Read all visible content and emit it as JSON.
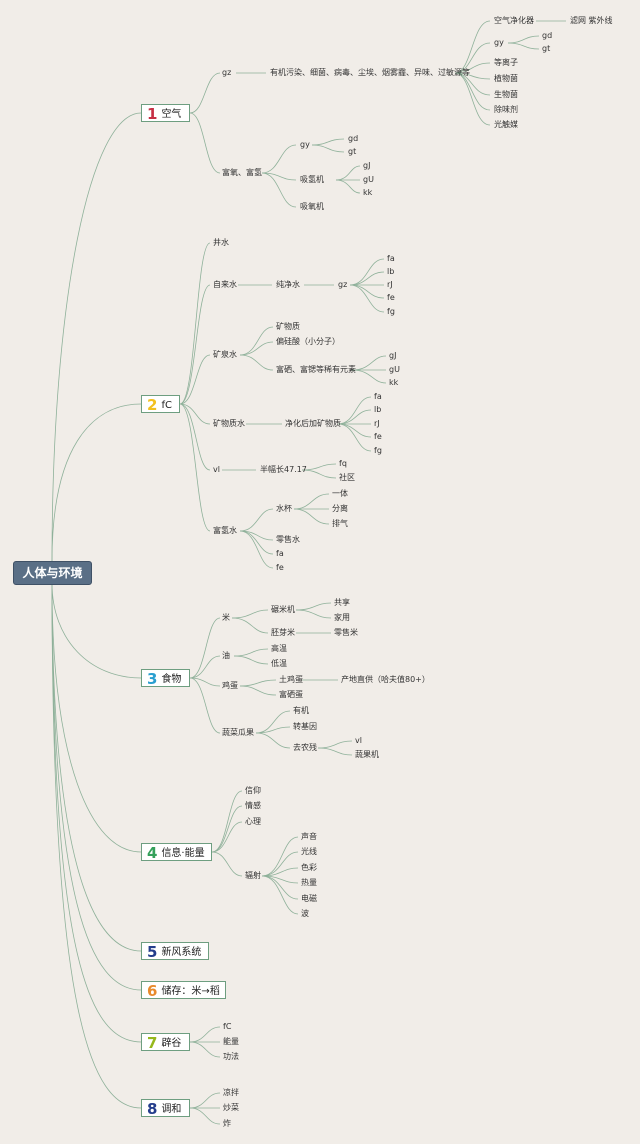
{
  "root": "人体与环境",
  "colors": {
    "c1": "#c62f44",
    "c2": "#f2c020",
    "c3": "#2a9fd0",
    "c4": "#34a05a",
    "c5": "#243d8c",
    "c6": "#e88a2c",
    "c7": "#96b81c",
    "c8": "#243d8c"
  },
  "branches": [
    {
      "num": "1",
      "label": "空气"
    },
    {
      "num": "2",
      "label": "fC"
    },
    {
      "num": "3",
      "label": "食物"
    },
    {
      "num": "4",
      "label": "信息·能量"
    },
    {
      "num": "5",
      "label": "新风系统"
    },
    {
      "num": "6",
      "label": "储存：米→稻"
    },
    {
      "num": "7",
      "label": "辟谷"
    },
    {
      "num": "8",
      "label": "调和"
    }
  ],
  "nodes": {
    "a1": "gz",
    "a2": "有机污染、细菌、病毒、尘埃、烟雾霾、异味、过敏源等",
    "a3": "空气净化器",
    "a4": "滤网 紫外线",
    "a5": "gy",
    "a6": "gd",
    "a7": "gt",
    "a8": "等离子",
    "a9": "植物菌",
    "a10": "生物菌",
    "a11": "除味剂",
    "a12": "光触媒",
    "a13": "富氧、富氢",
    "a14": "gy",
    "a15": "gd",
    "a16": "gt",
    "a17": "吸氢机",
    "a18": "gJ",
    "a19": "gU",
    "a20": "kk",
    "a21": "吸氧机",
    "b1": "井水",
    "b2": "自来水",
    "b3": "纯净水",
    "b4": "gz",
    "b5": "fa",
    "b6": "lb",
    "b7": "rJ",
    "b8": "fe",
    "b9": "fg",
    "b10": "矿泉水",
    "b11": "矿物质",
    "b12": "偏硅酸（小分子）",
    "b13": "富硒、富锶等稀有元素",
    "b14": "gJ",
    "b15": "gU",
    "b16": "kk",
    "b17": "矿物质水",
    "b18": "净化后加矿物质",
    "b19": "fa",
    "b20": "lb",
    "b21": "rJ",
    "b22": "fe",
    "b23": "fg",
    "b24": "vl",
    "b25": "半幅长47.17",
    "b26": "fq",
    "b27": "社区",
    "b28": "富氢水",
    "b29": "水杯",
    "b30": "一体",
    "b31": "分离",
    "b32": "排气",
    "b33": "零售水",
    "b34": "fa",
    "b35": "fe",
    "c1": "米",
    "c2": "碾米机",
    "c3": "共享",
    "c4": "家用",
    "c5": "胚芽米",
    "c6": "零售米",
    "c7": "油",
    "c8": "高温",
    "c9": "低温",
    "c10": "鸡蛋",
    "c11": "土鸡蛋",
    "c12": "产地直供（哈夫值80+）",
    "c13": "富硒蛋",
    "c14": "蔬菜瓜果",
    "c15": "有机",
    "c16": "转基因",
    "c17": "去农残",
    "c18": "vl",
    "c19": "蔬果机",
    "d1": "信仰",
    "d2": "情感",
    "d3": "心理",
    "d4": "辐射",
    "d5": "声音",
    "d6": "光线",
    "d7": "色彩",
    "d8": "热量",
    "d9": "电磁",
    "d10": "波",
    "g1": "fC",
    "g2": "能量",
    "g3": "功法",
    "h1": "凉拌",
    "h2": "炒菜",
    "h3": "炸"
  }
}
